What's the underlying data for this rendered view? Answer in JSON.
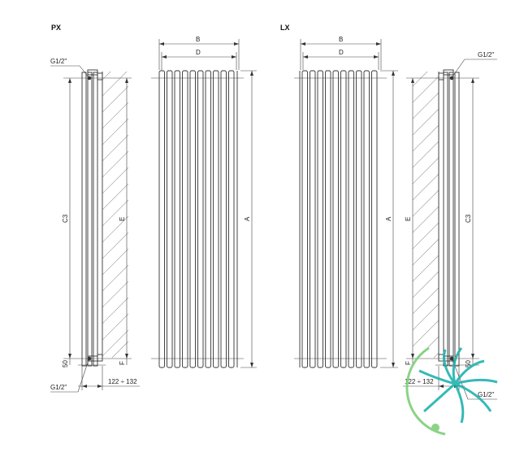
{
  "views": {
    "px": {
      "title": "PX",
      "side": {
        "pipe_top": "G1/2\"",
        "pipe_bottom": "G1/2\"",
        "dim_c3": "C3",
        "dim_e": "E",
        "dim_50": "50",
        "dim_f": "F",
        "wall_distance": "122 ÷ 132"
      },
      "front": {
        "dim_b": "B",
        "dim_d": "D",
        "dim_a": "A"
      }
    },
    "lx": {
      "title": "LX",
      "front": {
        "dim_b": "B",
        "dim_d": "D",
        "dim_a": "A",
        "dim_e": "E",
        "dim_f": "F"
      },
      "side": {
        "pipe_top": "G1/2\"",
        "pipe_bottom": "G1/2\"",
        "dim_c3": "C3",
        "dim_50": "50",
        "wall_distance": "122 ÷ 132"
      }
    }
  },
  "colors": {
    "line": "#333333",
    "hatch": "#9a9a9a",
    "logo_teal": "#1fb3b0",
    "logo_green": "#7fcf7a"
  }
}
